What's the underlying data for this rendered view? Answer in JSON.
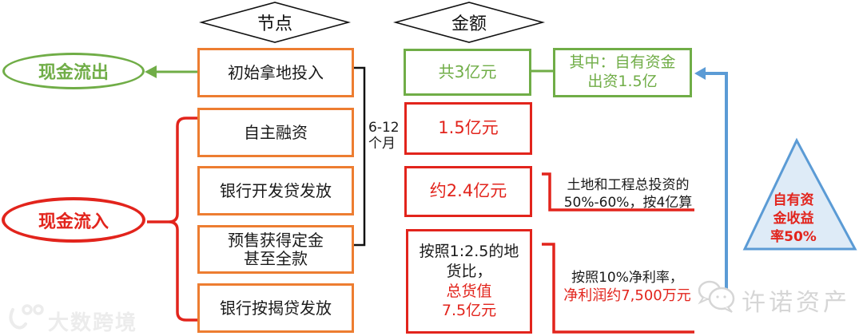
{
  "colors": {
    "orange": "#ED7D31",
    "green": "#70AD47",
    "red": "#E2241C",
    "blue": "#5B9BD5",
    "triangle_fill": "#DEEBF7",
    "watermark_gray": "#D6D6D6"
  },
  "headers": {
    "node": "节点",
    "amount": "金额"
  },
  "flow": {
    "cash_out": "现金流出",
    "cash_in": "现金流入",
    "duration": "6-12\n个月",
    "nodes": [
      {
        "label": "初始拿地投入"
      },
      {
        "label": "自主融资"
      },
      {
        "label": "银行开发贷发放"
      },
      {
        "label": "预售获得定金\n甚至全款"
      },
      {
        "label": "银行按揭贷发放"
      }
    ]
  },
  "amounts": {
    "total_investment": "共3亿元",
    "own_funds": "其中：自有资金\n出资1.5亿",
    "self_financing": "1.5亿元",
    "dev_loan": "约2.4亿元",
    "presale_black": "按照1:2.5的地\n货比，",
    "presale_red": "总货值\n7.5亿元"
  },
  "annotations": {
    "investment_note": "土地和工程总投资的\n50%-60%，按4亿算",
    "profit_note_black": "按照10%净利率，",
    "profit_note_red": "净利润约7,500万元"
  },
  "triangle": {
    "label": "自有资\n金收益\n率50%"
  },
  "watermarks": {
    "left_text": "大数跨境",
    "right_text": "许诺资产"
  }
}
